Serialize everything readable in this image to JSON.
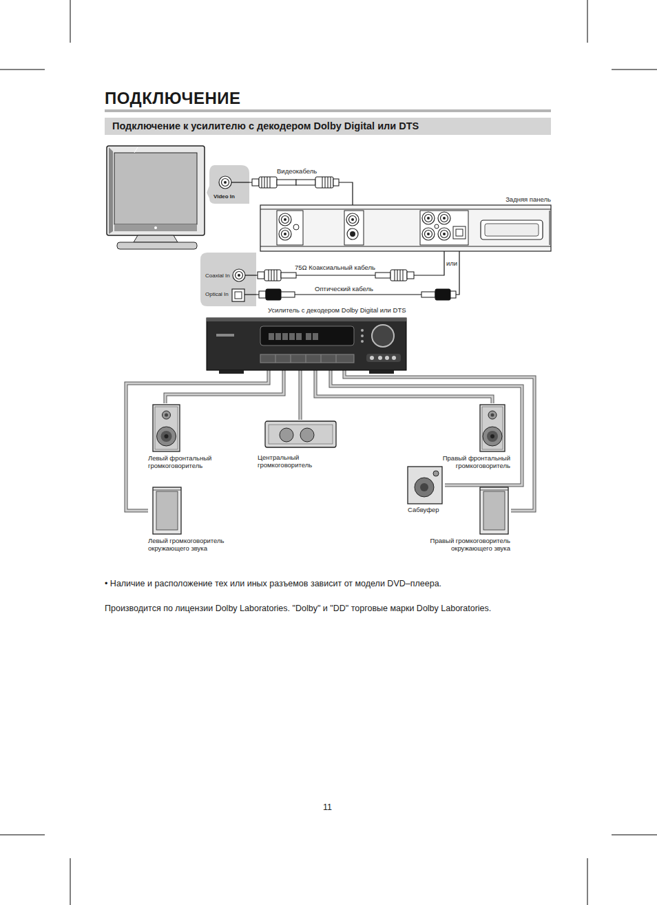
{
  "diagram": {
    "title": "ПОДКЛЮЧЕНИЕ",
    "nodes": [
      {
        "text": [
          "Video In"
        ]
      },
      {
        "text": [
          "Задняя панель"
        ]
      },
      {
        "text": [
          "Coaxial In",
          "Optical In"
        ]
      },
      {
        "text": [
          "Усилитель с декодером Dolby Digital или DTS"
        ]
      },
      {
        "text": [
          "Левый фронтальный громкоговоритель"
        ]
      },
      {
        "text": [
          "Центральный громкоговоритель"
        ]
      },
      {
        "text": [
          "Правый фронтальный громкоговоритель"
        ]
      },
      {
        "text": [
          "Сабвуфер"
        ]
      },
      {
        "text": [
          "Левый громкоговоритель окружающего звука"
        ]
      },
      {
        "text": [
          "Правый громкоговоритель окружающего звука"
        ]
      }
    ],
    "edges": [
      {
        "from": 0,
        "to": 1,
        "label": "Видеокабель",
        "arrow": "none"
      },
      {
        "from": 1,
        "to": 2,
        "label": "75Ω Коаксиальный кабель",
        "arrow": "none"
      },
      {
        "from": 1,
        "to": 2,
        "label": "Оптический кабель",
        "arrow": "none"
      },
      {
        "from": 3,
        "to": 4,
        "arrow": "none"
      },
      {
        "from": 3,
        "to": 5,
        "arrow": "none"
      },
      {
        "from": 3,
        "to": 6,
        "arrow": "none"
      },
      {
        "from": 3,
        "to": 7,
        "arrow": "none"
      },
      {
        "from": 3,
        "to": 8,
        "arrow": "none"
      },
      {
        "from": 3,
        "to": 9,
        "arrow": "none"
      }
    ],
    "labels": [
      "Подключение к усилителю с декодером Dolby Digital или DTS",
      "или",
      "• Наличие и расположение тех или иных разъемов зависит от модели DVD–плеера.",
      "Производится по лицензии Dolby Laboratories. \"Dolby\" и \"DD\" торговые марки Dolby Laboratories.",
      "11"
    ]
  }
}
